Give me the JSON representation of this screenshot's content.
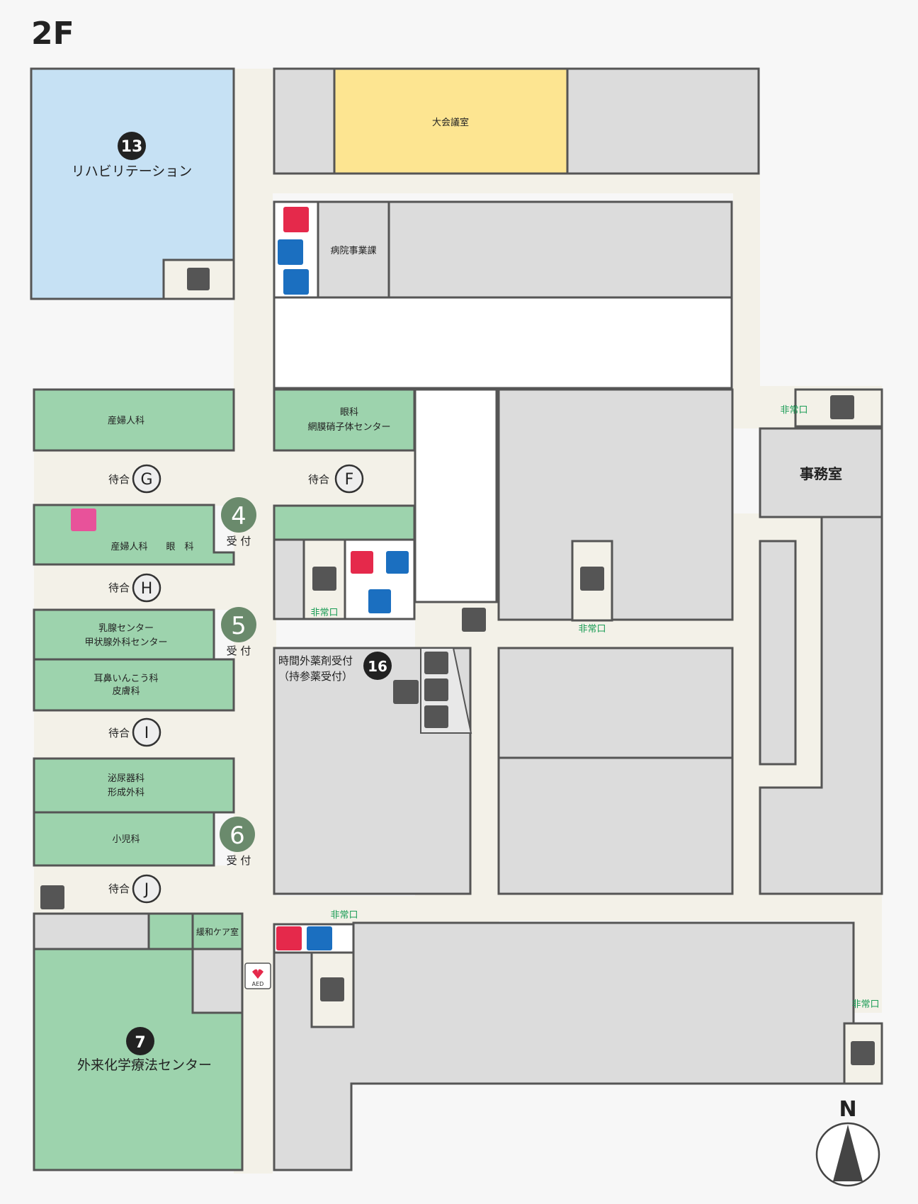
{
  "floor_label": "2F",
  "rooms": {
    "rehab": "リハビリテーション",
    "conference": "大会議室",
    "hospital_business": "病院事業課",
    "obgyn_top": "産婦人科",
    "ophthalmology": "眼科",
    "retina_center": "網膜硝子体センター",
    "obgyn_eye": "産婦人科　　眼　科",
    "breast_center": "乳腺センター",
    "thyroid_center": "甲状腺外科センター",
    "ent": "耳鼻いんこう科",
    "dermatology": "皮膚科",
    "urology": "泌尿器科",
    "plastic_surgery": "形成外科",
    "pediatrics": "小児科",
    "palliative": "緩和ケア室",
    "chemo_center": "外来化学療法センター",
    "office": "事務室",
    "after_hours_line1": "時間外薬剤受付",
    "after_hours_line2": "（持参薬受付）"
  },
  "waiting": {
    "label": "待合",
    "G": "G",
    "F": "F",
    "H": "H",
    "I": "I",
    "J": "J"
  },
  "reception": {
    "label": "受 付",
    "n4": "4",
    "n5": "5",
    "n6": "6"
  },
  "markers": {
    "n13": "13",
    "n7": "7",
    "n16": "16"
  },
  "exit_label": "非常口",
  "aed_label": "AED",
  "compass": {
    "north": "N"
  },
  "colors": {
    "department_green": "#9dd3ad",
    "rehab_blue": "#c6e1f4",
    "conference_yellow": "#fde591",
    "female_red": "#e5294b",
    "male_blue": "#1b6fc0",
    "nursing_pink": "#e8529a",
    "exit_green": "#1a9c55"
  },
  "icons": [
    "female-restroom-icon",
    "male-restroom-icon",
    "accessible-restroom-icon",
    "stairs-icon",
    "escalator-icon",
    "elevator-icon",
    "public-phone-icon",
    "nursing-room-icon",
    "aed-icon",
    "kids-space-icon",
    "reception-terminal-icon",
    "compass-icon"
  ]
}
